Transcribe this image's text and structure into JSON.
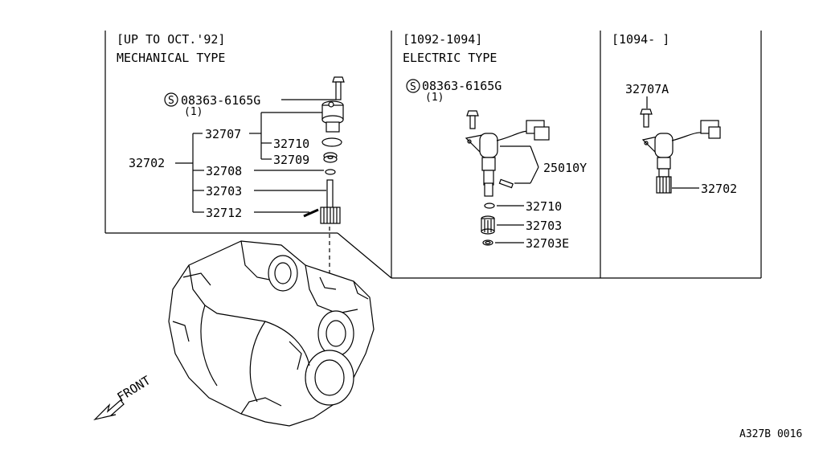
{
  "panels": {
    "mechanical": {
      "header_line1": "[UP TO OCT.'92]",
      "header_line2": "MECHANICAL TYPE",
      "bolt_code": "08363-6165G",
      "bolt_qty": "(1)",
      "s_mark": "S",
      "parts": {
        "p32707": "32707",
        "p32710": "32710",
        "p32709": "32709",
        "p32702": "32702",
        "p32708": "32708",
        "p32703": "32703",
        "p32712": "32712"
      }
    },
    "electric": {
      "header_line1": "[1092-1094]",
      "header_line2": "ELECTRIC TYPE",
      "bolt_code": "08363-6165G",
      "bolt_qty": "(1)",
      "s_mark": "S",
      "parts": {
        "p25010Y": "25010Y",
        "p32710": "32710",
        "p32703": "32703",
        "p32703E": "32703E"
      }
    },
    "late": {
      "header_line1": "[1094-      ]",
      "parts": {
        "p32707A": "32707A",
        "p32702": "32702"
      }
    }
  },
  "front_label": "FRONT",
  "diagram_code": "A327B 0016"
}
